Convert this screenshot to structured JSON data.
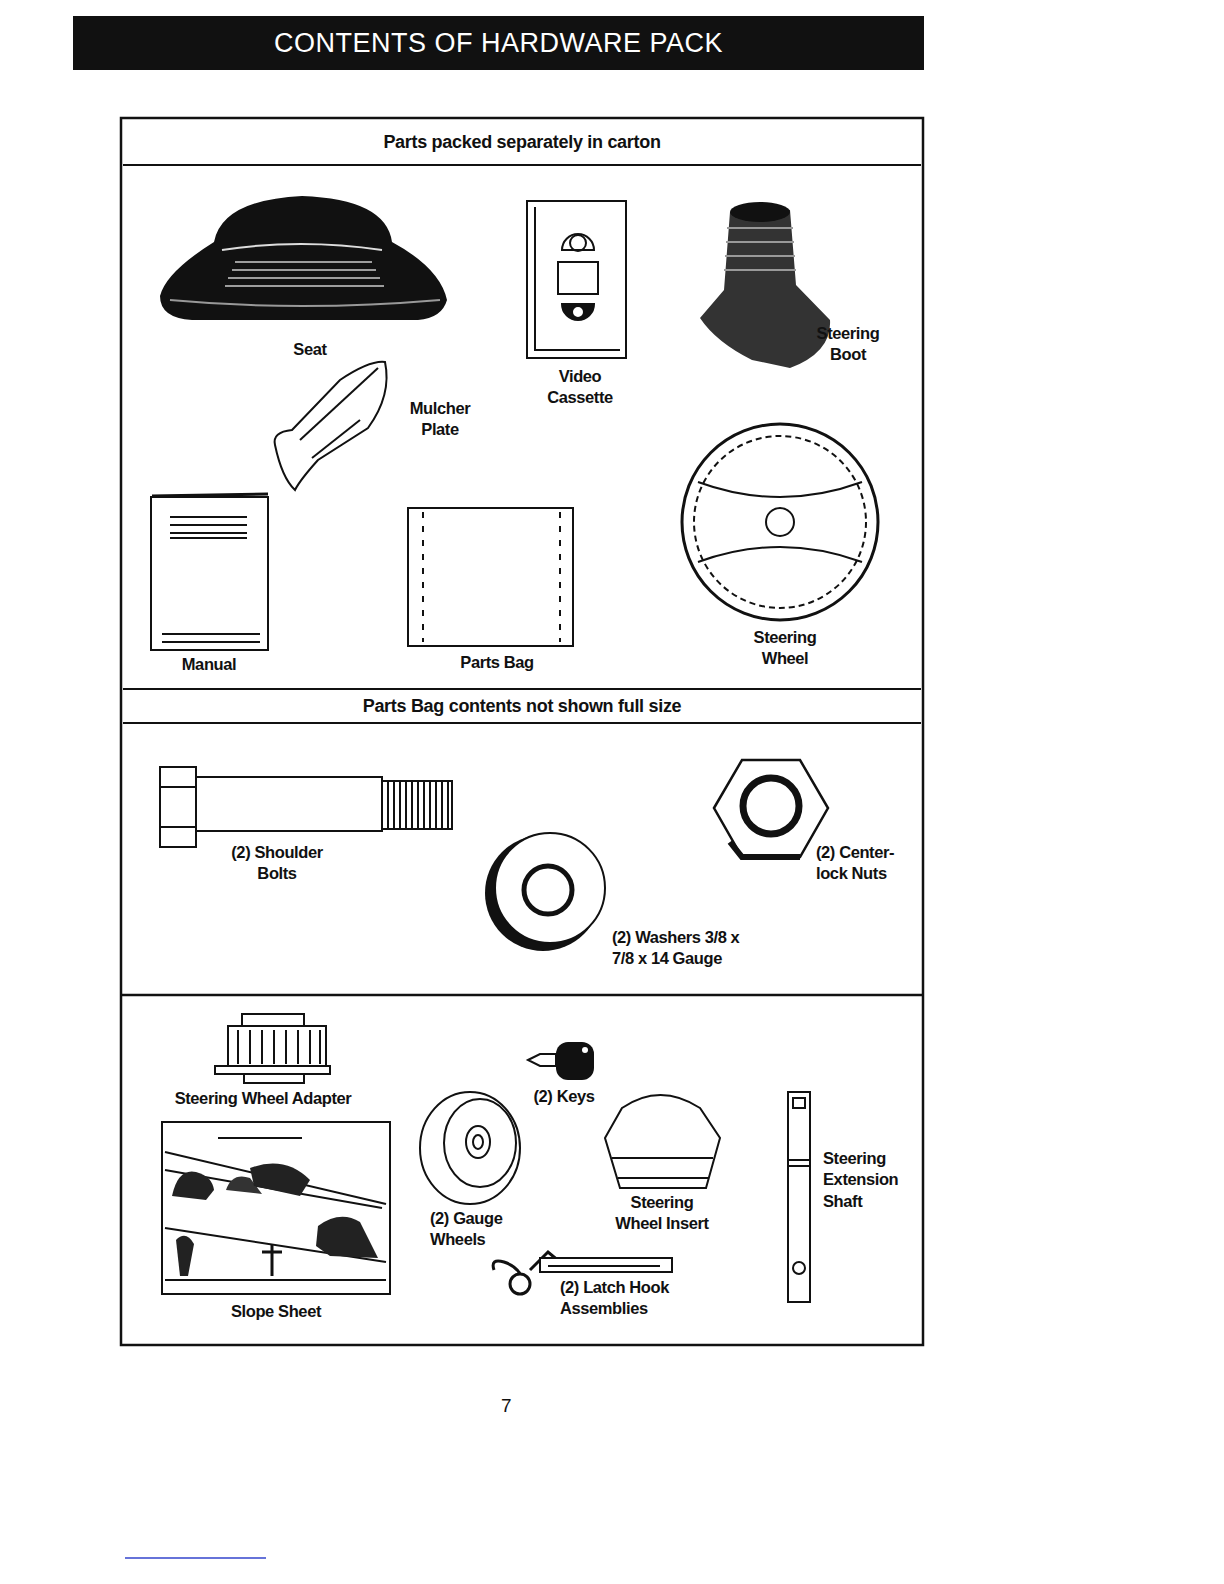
{
  "diagram": {
    "title": "CONTENTS OF HARDWARE PACK",
    "nodes": [
      {
        "text": [
          "Parts packed separately in carton"
        ]
      },
      {
        "text": [
          "Parts Bag contents not shown full size"
        ]
      }
    ],
    "labels": [
      "Seat",
      "Video Cassette",
      "Steering Boot",
      "Mulcher Plate",
      "Manual",
      "Parts Bag",
      "Steering Wheel",
      "(2) Shoulder Bolts",
      "(2) Center- lock Nuts",
      "(2) Washers 3/8 x 7/8 x 14 Gauge",
      "Steering Wheel Adapter",
      "(2) Keys",
      "Steering Extension Shaft",
      "(2) Gauge Wheels",
      "Steering Wheel Insert",
      "Slope Sheet",
      "(2) Latch Hook Assemblies",
      "7"
    ]
  }
}
